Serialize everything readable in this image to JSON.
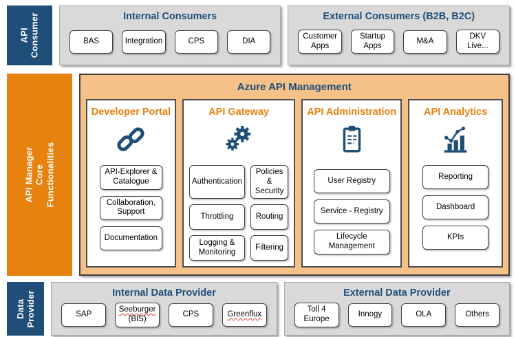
{
  "colors": {
    "dark_blue": "#1F4E79",
    "orange": "#E8820E",
    "light_orange": "#F6C189",
    "panel_gray": "#D9D9D9",
    "border_dark": "#3F3F3F",
    "spellcheck_red": "#E53E2E"
  },
  "consumer_band": {
    "side_label": "API\nConsumer",
    "groups": [
      {
        "title": "Internal Consumers",
        "items": [
          "BAS",
          "Integration",
          "CPS",
          "DIA"
        ]
      },
      {
        "title": "External Consumers (B2B, B2C)",
        "items": [
          "Customer Apps",
          "Startup Apps",
          "M&A",
          "DKV Live..."
        ]
      }
    ]
  },
  "core_band": {
    "side_label": "API Manager Core\nFunctionalities",
    "title": "Azure API Management",
    "columns": [
      {
        "title": "Developer Portal",
        "icon": "link-icon",
        "items": [
          "API-Explorer & Catalogue",
          "Collaboration, Support",
          "Documentation"
        ]
      },
      {
        "title": "API Gateway",
        "icon": "gears-icon",
        "items": [
          "Authentication",
          "Policies & Security",
          "Throttling",
          "Routing",
          "Logging & Monitoring",
          "Filtering"
        ]
      },
      {
        "title": "API Administration",
        "icon": "clipboard-icon",
        "items": [
          "User Registry",
          "Service - Registry",
          "Lifecycle Management"
        ]
      },
      {
        "title": "API Analytics",
        "icon": "analytics-icon",
        "items": [
          "Reporting",
          "Dashboard",
          "KPIs"
        ]
      }
    ]
  },
  "provider_band": {
    "side_label": "Data\nProvider",
    "groups": [
      {
        "title": "Internal Data Provider",
        "items": [
          {
            "line1": "SAP"
          },
          {
            "line1": "Seeburger",
            "line2": "(BIS)",
            "spellcheck_underline": true
          },
          {
            "line1": "CPS"
          },
          {
            "line1": "Greenflux",
            "spellcheck_underline": true
          }
        ]
      },
      {
        "title": "External Data Provider",
        "items": [
          {
            "line1": "Toll 4 Europe"
          },
          {
            "line1": "Innogy"
          },
          {
            "line1": "OLA"
          },
          {
            "line1": "Others"
          }
        ]
      }
    ]
  }
}
